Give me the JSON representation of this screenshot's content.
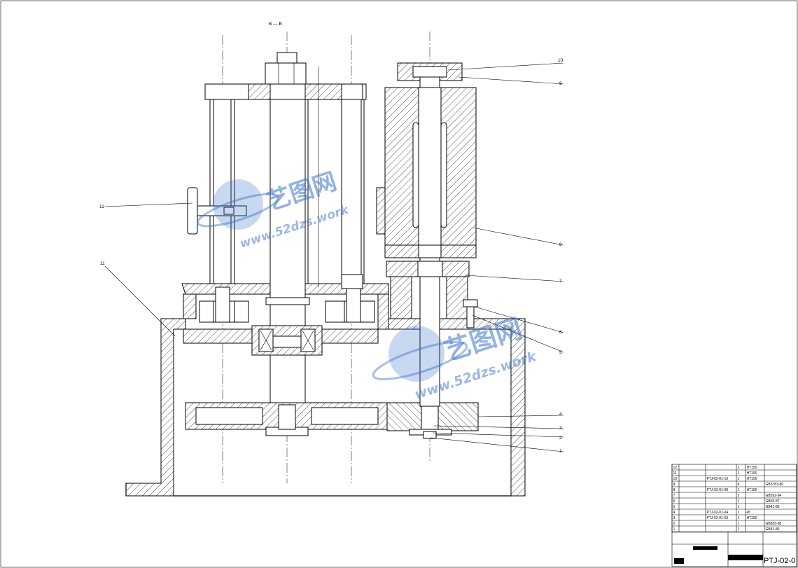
{
  "section_label": "B — B",
  "callouts": [
    "10",
    "9",
    "8",
    "7",
    "6",
    "5",
    "4",
    "3",
    "2",
    "1",
    "11",
    "12"
  ],
  "watermark": {
    "brand": "艺图网",
    "url": "www.52dzs.work",
    "color": "#3a72c9"
  },
  "title_block": {
    "drawing_number": "PTJ-02-0",
    "bom_rows": [
      [
        "12",
        "",
        "",
        "1",
        "HT150",
        ""
      ],
      [
        "11",
        "",
        "",
        "1",
        "HT150",
        ""
      ],
      [
        "10",
        "",
        "PTJ-02-01-10",
        "1",
        "HT150",
        ""
      ],
      [
        "9",
        "",
        "",
        "4",
        "",
        "GB5783-86"
      ],
      [
        "8",
        "",
        "PTJ-02-01-08",
        "1",
        "HT150",
        ""
      ],
      [
        "7",
        "",
        "",
        "2",
        "",
        "GB292-94"
      ],
      [
        "6",
        "",
        "",
        "1",
        "",
        "GB93-87"
      ],
      [
        "5",
        "",
        "",
        "1",
        "",
        "GB41-86"
      ],
      [
        "4",
        "",
        "PTJ-02-01-04",
        "1",
        "45",
        ""
      ],
      [
        "3",
        "",
        "PTJ-02-01-03",
        "1",
        "HT150",
        ""
      ],
      [
        "2",
        "",
        "",
        "1",
        "",
        "GB825-88"
      ],
      [
        "1",
        "",
        "",
        "1",
        "",
        "GB41-86"
      ]
    ]
  }
}
